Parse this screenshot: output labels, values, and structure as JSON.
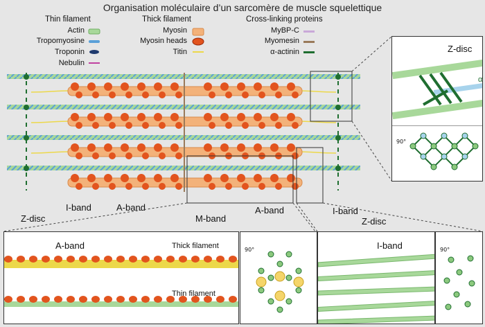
{
  "title": "Organisation moléculaire d’un sarcomère de muscle squelettique",
  "legend": {
    "thin": {
      "heading": "Thin filament",
      "items": [
        {
          "label": "Actin",
          "color": "#a8d89a"
        },
        {
          "label": "Tropomyosine",
          "color": "#5aa0d8"
        },
        {
          "label": "Troponin",
          "color": "#1f3a6e"
        },
        {
          "label": "Nebulin",
          "color": "#c040a0"
        }
      ]
    },
    "thick": {
      "heading": "Thick filament",
      "items": [
        {
          "label": "Myosin",
          "color": "#f3b27a"
        },
        {
          "label": "Myosin heads",
          "color": "#e2541e"
        },
        {
          "label": "Titin",
          "color": "#ecd84a"
        }
      ]
    },
    "cross": {
      "heading": "Cross-linking proteins",
      "items": [
        {
          "label": "MyBP-C",
          "color": "#c9a8d8"
        },
        {
          "label": "Myomesin",
          "color": "#9a7a5a"
        },
        {
          "label": "α-actinin",
          "color": "#1f6e30"
        }
      ]
    }
  },
  "sarcomere_labels": {
    "z_disc_left": "Z-disc",
    "i_band_left": "I-band",
    "a_band_left": "A-band",
    "m_band": "M-band",
    "a_band_right": "A-band",
    "i_band_right": "I-band",
    "z_disc_right": "Z-disc"
  },
  "zdisc_panel": {
    "title": "Z-disc",
    "alpha_mark": "α",
    "rotation": "90°"
  },
  "aband_panel": {
    "title": "A-band",
    "thick_label": "Thick filament",
    "thin_label": "Thin filament",
    "rotation": "90°"
  },
  "iband_panel": {
    "title": "I-band",
    "rotation": "90°"
  }
}
